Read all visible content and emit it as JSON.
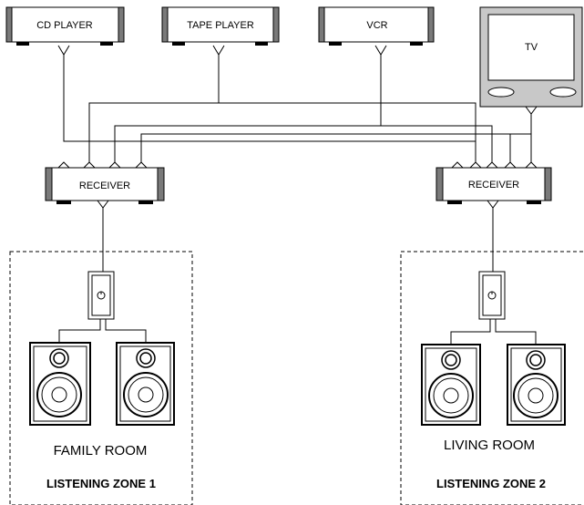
{
  "sources": {
    "cd_player": "CD PLAYER",
    "tape_player": "TAPE PLAYER",
    "vcr": "VCR",
    "tv": "TV"
  },
  "receivers": {
    "left": "RECEIVER",
    "right": "RECEIVER"
  },
  "zones": [
    {
      "room": "FAMILY ROOM",
      "zone": "LISTENING ZONE 1"
    },
    {
      "room": "LIVING ROOM",
      "zone": "LISTENING ZONE 2"
    }
  ]
}
